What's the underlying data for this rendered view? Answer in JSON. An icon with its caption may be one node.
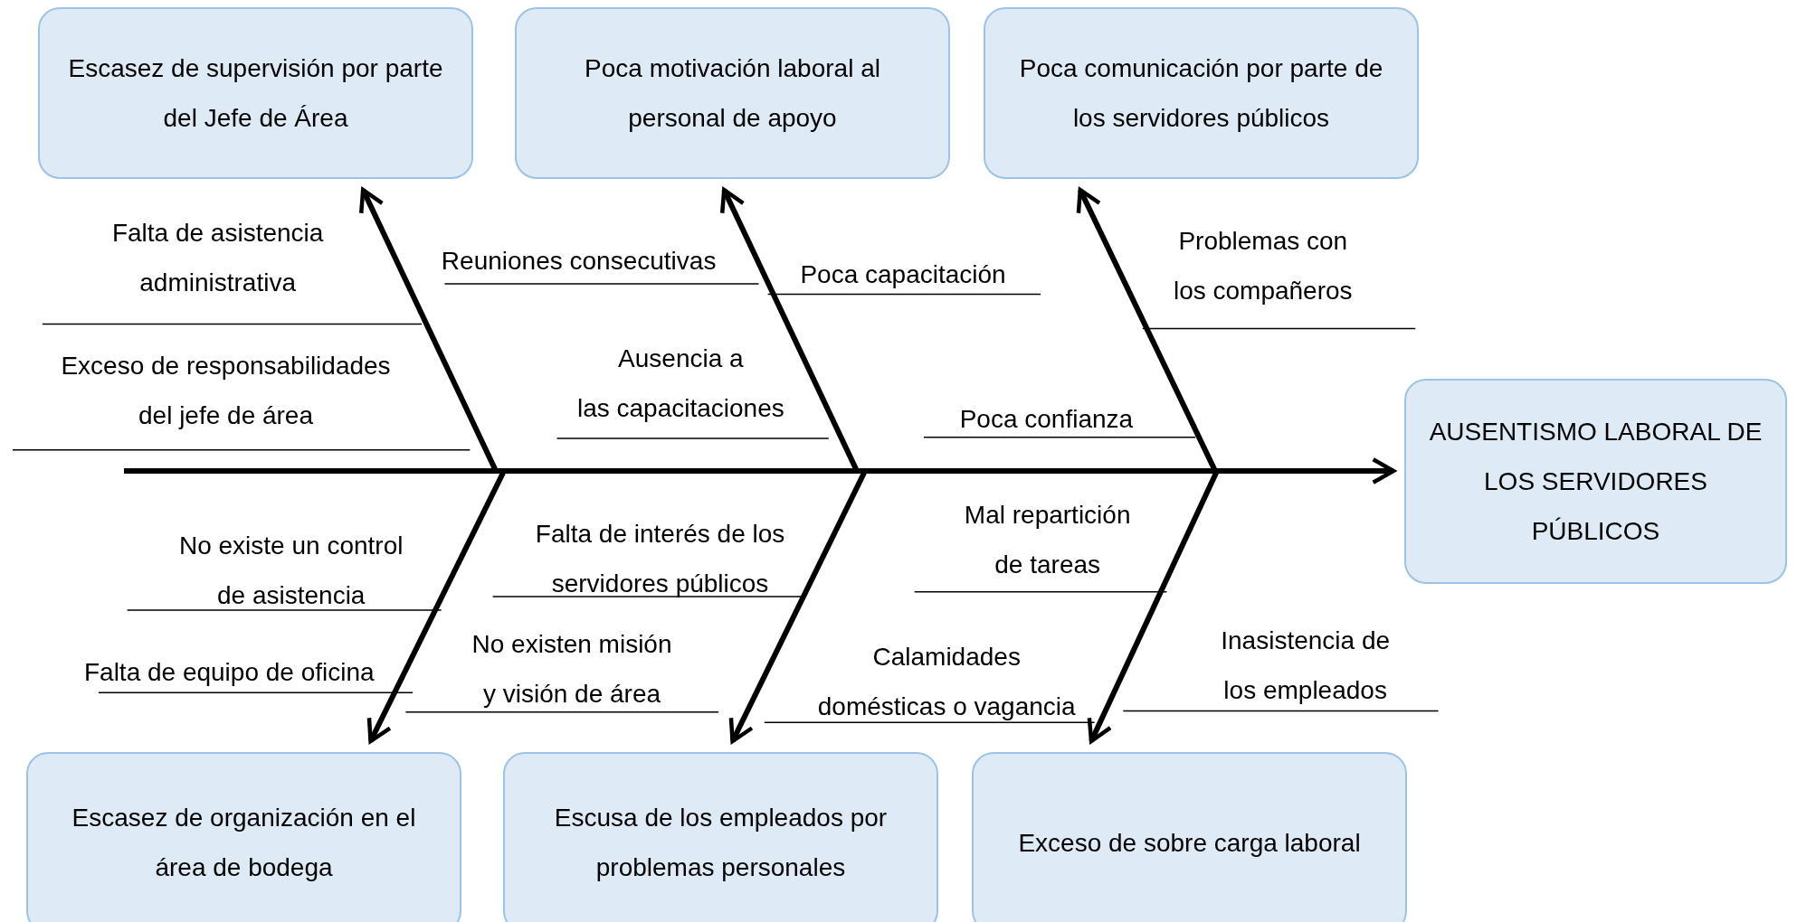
{
  "diagram": {
    "nodes": [
      {
        "text": [
          "Escasez de supervisión por parte del Jefe de Área"
        ]
      },
      {
        "text": [
          "Poca motivación laboral al personal de apoyo"
        ]
      },
      {
        "text": [
          "Poca comunicación por parte de los servidores públicos"
        ]
      },
      {
        "text": [
          "AUSENTISMO LABORAL DE LOS SERVIDORES PÚBLICOS"
        ]
      },
      {
        "text": [
          "Escasez de organización en el área de bodega"
        ]
      },
      {
        "text": [
          "Escusa de los empleados por problemas personales"
        ]
      },
      {
        "text": [
          "Exceso de sobre carga laboral"
        ]
      }
    ],
    "edges": [
      {
        "from": null,
        "to": 3,
        "arrow": "to"
      },
      {
        "from": null,
        "to": 0,
        "arrow": "to"
      },
      {
        "from": null,
        "to": 1,
        "arrow": "to"
      },
      {
        "from": null,
        "to": 2,
        "arrow": "to"
      },
      {
        "from": null,
        "to": 4,
        "arrow": "to"
      },
      {
        "from": null,
        "to": 5,
        "arrow": "to"
      },
      {
        "from": null,
        "to": 6,
        "arrow": "to"
      }
    ],
    "labels": [
      "Falta de asistencia administrativa",
      "Reuniones consecutivas",
      "Poca capacitación",
      "Problemas con los compañeros",
      "Exceso de responsabilidades del jefe de área",
      "Ausencia a las capacitaciones",
      "Poca confianza",
      "No existe un control de asistencia",
      "Falta de interés de los servidores públicos",
      "Mal repartición de tareas",
      "Falta de equipo de oficina",
      "No existen misión y visión de área",
      "Calamidades domésticas o vagancia",
      "Inasistencia de los empleados"
    ]
  }
}
